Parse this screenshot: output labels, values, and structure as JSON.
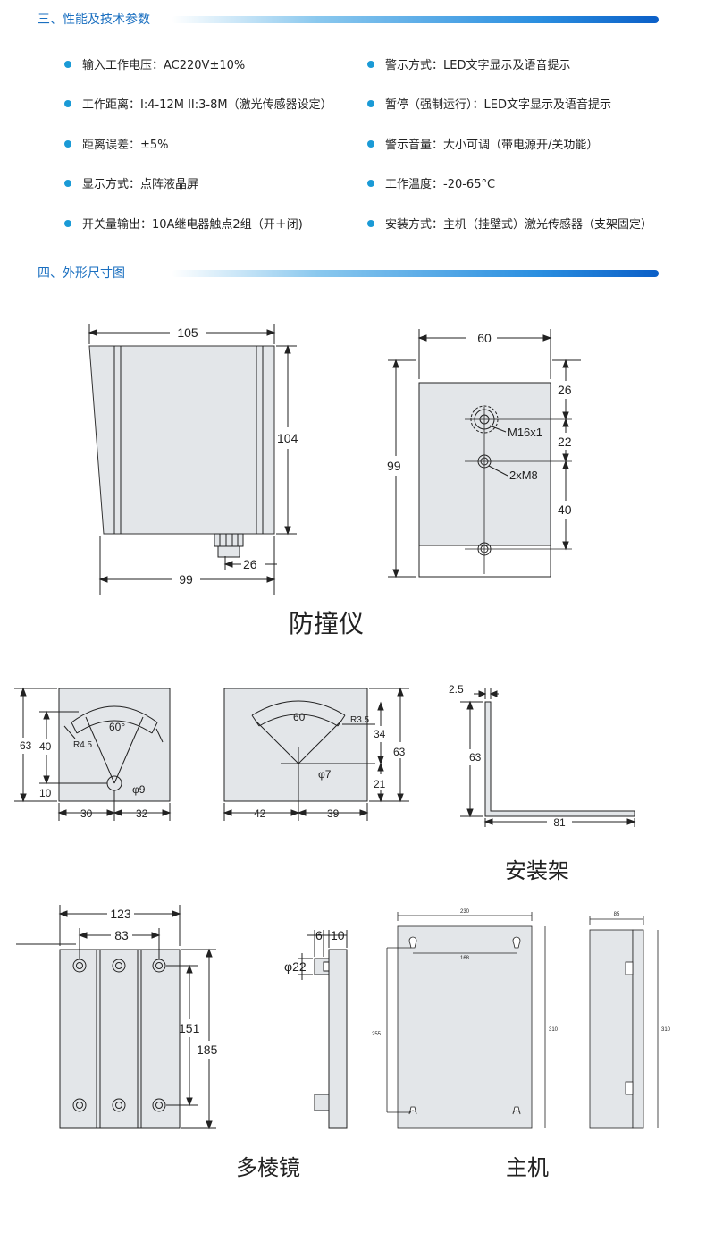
{
  "section3": {
    "title": "三、性能及技术参数"
  },
  "specs_left": [
    "输入工作电压：AC220V±10%",
    "工作距离：I:4-12M II:3-8M（激光传感器设定）",
    "距离误差：±5%",
    "显示方式：点阵液晶屏",
    "开关量输出：10A继电器触点2组（开＋闭)"
  ],
  "specs_right": [
    "警示方式：LED文字显示及语音提示",
    "暂停（强制运行）：LED文字显示及语音提示",
    "警示音量：大小可调（带电源开/关功能）",
    "工作温度：-20-65°C",
    "安装方式：主机（挂壁式）激光传感器（支架固定）"
  ],
  "section4": {
    "title": "四、外形尺寸图"
  },
  "colors": {
    "accent": "#1a6fc0",
    "bullet": "#1a9ad6",
    "panel_fill": "#e3e6e9"
  },
  "captions": {
    "anticollision": "防撞仪",
    "bracket": "安装架",
    "prism": "多棱镜",
    "host": "主机"
  },
  "dims": {
    "front": {
      "width_top": "105",
      "height": "104",
      "base": "99",
      "gland": "26"
    },
    "side": {
      "width": "60",
      "height": "99",
      "d26": "26",
      "d22": "22",
      "d40": "40",
      "thread": "M16x1",
      "bolt": "2xM8"
    },
    "bf1": {
      "h63": "63",
      "h40": "40",
      "h10": "10",
      "angle": "60°",
      "radius": "R4.5",
      "hole": "φ9",
      "w30": "30",
      "w32": "32"
    },
    "bf2": {
      "arc": "60",
      "radius": "R3.5",
      "hole": "φ7",
      "h34": "34",
      "h21": "21",
      "h63": "63",
      "w42": "42",
      "w39": "39"
    },
    "angle": {
      "t": "2.5",
      "h": "63",
      "w": "81"
    },
    "prism_front": {
      "w123": "123",
      "w83": "83",
      "h151": "151",
      "h185": "185"
    },
    "prism_side": {
      "d6": "6",
      "d10": "10",
      "dia": "φ22"
    },
    "host_front": {
      "w": "230",
      "holes": "168",
      "h": "255",
      "h2": "310"
    },
    "host_side": {
      "w": "85",
      "h": "310"
    }
  }
}
